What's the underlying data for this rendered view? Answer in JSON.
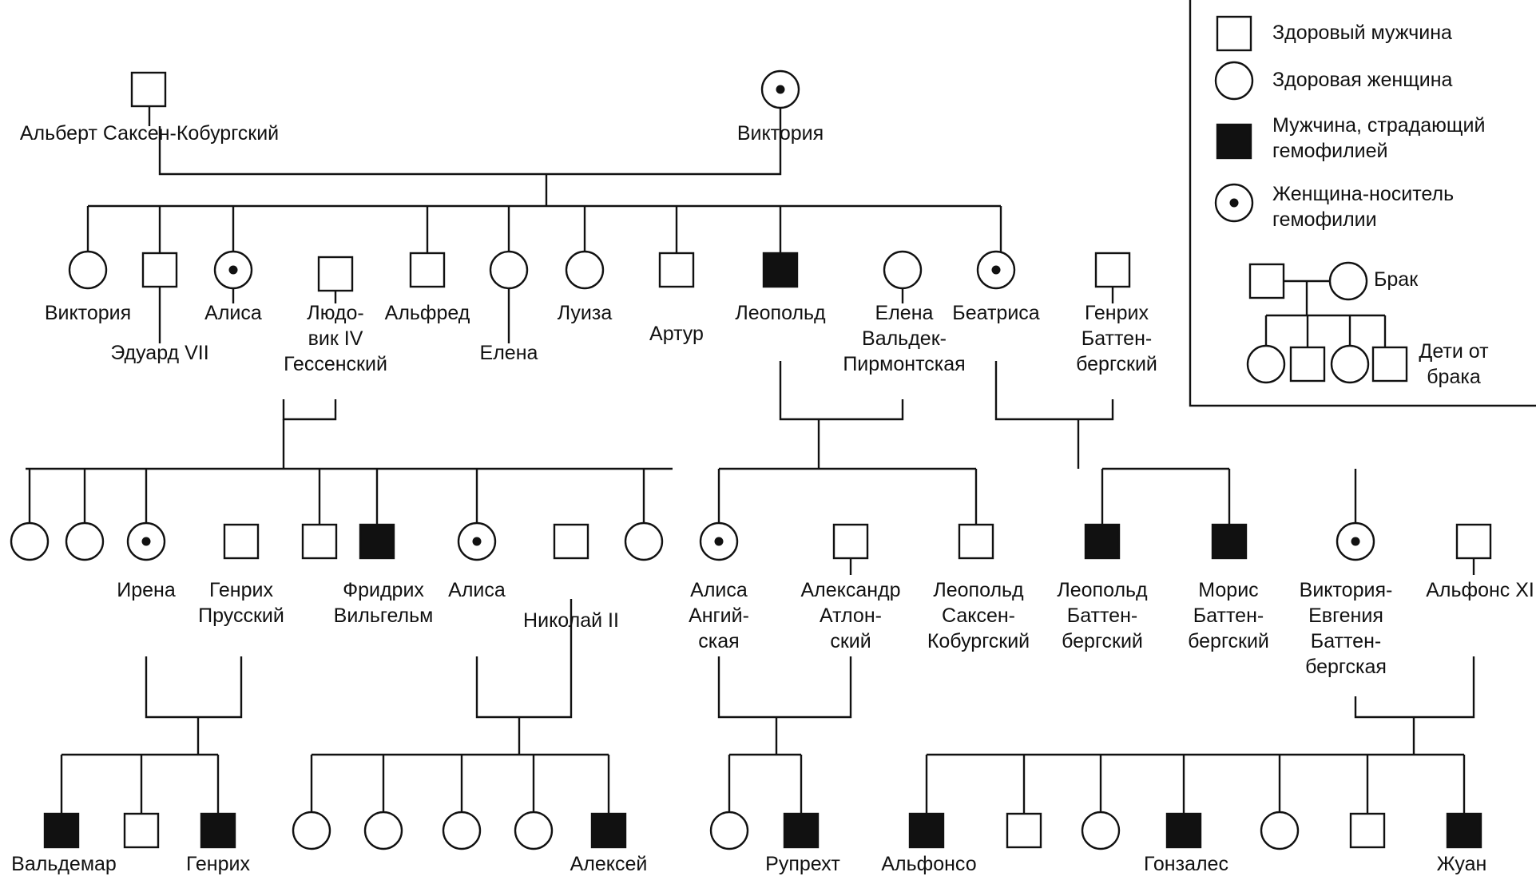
{
  "legend": {
    "healthy_male": "Здоровый мужчина",
    "healthy_female": "Здоровая женщина",
    "affected_male": [
      "Мужчина, страдающий",
      "гемофилией"
    ],
    "carrier_female": [
      "Женщина-носитель",
      "гемофилии"
    ],
    "marriage": "Брак",
    "children": [
      "Дети от",
      "брака"
    ]
  },
  "people": {
    "albert": {
      "name": [
        "Альберт Саксен-Кобургский"
      ],
      "sex": "male",
      "status": "healthy"
    },
    "victoria": {
      "name": [
        "Виктория"
      ],
      "sex": "female",
      "status": "carrier"
    },
    "victoria_jr": {
      "name": [
        "Виктория"
      ],
      "sex": "female",
      "status": "healthy"
    },
    "edward_vii": {
      "name": [
        "Эдуард VII"
      ],
      "sex": "male",
      "status": "healthy"
    },
    "alice": {
      "name": [
        "Алиса"
      ],
      "sex": "female",
      "status": "carrier"
    },
    "ludwig_iv": {
      "name": [
        "Людо-",
        "вик IV",
        "Гессенский"
      ],
      "sex": "male",
      "status": "healthy"
    },
    "alfred": {
      "name": [
        "Альфред"
      ],
      "sex": "male",
      "status": "healthy"
    },
    "helena": {
      "name": [
        "Елена"
      ],
      "sex": "female",
      "status": "healthy"
    },
    "louise": {
      "name": [
        "Луиза"
      ],
      "sex": "female",
      "status": "healthy"
    },
    "arthur": {
      "name": [
        "Артур"
      ],
      "sex": "male",
      "status": "healthy"
    },
    "leopold": {
      "name": [
        "Леопольд"
      ],
      "sex": "male",
      "status": "affected"
    },
    "helena_waldeck": {
      "name": [
        "Елена",
        "Вальдек-",
        "Пирмонтская"
      ],
      "sex": "female",
      "status": "healthy"
    },
    "beatrice": {
      "name": [
        "Беатриса"
      ],
      "sex": "female",
      "status": "carrier"
    },
    "henry_battenberg": {
      "name": [
        "Генрих",
        "Баттен-",
        "бергский"
      ],
      "sex": "male",
      "status": "healthy"
    },
    "hesse_f1": {
      "name": [],
      "sex": "female",
      "status": "healthy"
    },
    "hesse_f2": {
      "name": [],
      "sex": "female",
      "status": "healthy"
    },
    "irene": {
      "name": [
        "Ирена"
      ],
      "sex": "female",
      "status": "carrier"
    },
    "henry_prussia": {
      "name": [
        "Генрих",
        "Прусский"
      ],
      "sex": "male",
      "status": "healthy"
    },
    "hesse_m1": {
      "name": [],
      "sex": "male",
      "status": "healthy"
    },
    "friedrich_wilhelm": {
      "name": [
        "Фридрих",
        "Вильгельм"
      ],
      "sex": "male",
      "status": "affected"
    },
    "alix": {
      "name": [
        "Алиса"
      ],
      "sex": "female",
      "status": "carrier"
    },
    "nicholas_ii": {
      "name": [
        "Николай II"
      ],
      "sex": "male",
      "status": "healthy"
    },
    "hesse_f3": {
      "name": [],
      "sex": "female",
      "status": "healthy"
    },
    "alice_albany": {
      "name": [
        "Алиса",
        "Ангий-",
        "ская"
      ],
      "sex": "female",
      "status": "carrier"
    },
    "alexander_athlone": {
      "name": [
        "Александр",
        "Атлон-",
        "ский"
      ],
      "sex": "male",
      "status": "healthy"
    },
    "leopold_sc": {
      "name": [
        "Леопольд",
        "Саксен-",
        "Кобургский"
      ],
      "sex": "male",
      "status": "healthy"
    },
    "leopold_b": {
      "name": [
        "Леопольд",
        "Баттен-",
        "бергский"
      ],
      "sex": "male",
      "status": "affected"
    },
    "maurice_b": {
      "name": [
        "Морис",
        "Баттен-",
        "бергский"
      ],
      "sex": "male",
      "status": "affected"
    },
    "victoria_eugenie": {
      "name": [
        "Виктория-",
        "Евгения",
        "Баттен-",
        "бергская"
      ],
      "sex": "female",
      "status": "carrier"
    },
    "alfonso_xiii": {
      "name": [
        "Альфонс XIII"
      ],
      "sex": "male",
      "status": "healthy"
    },
    "waldemar": {
      "name": [
        "Вальдемар"
      ],
      "sex": "male",
      "status": "affected"
    },
    "prussia_m": {
      "name": [],
      "sex": "male",
      "status": "healthy"
    },
    "henrich": {
      "name": [
        "Генрих"
      ],
      "sex": "male",
      "status": "affected"
    },
    "romanov_f1": {
      "name": [],
      "sex": "female",
      "status": "healthy"
    },
    "romanov_f2": {
      "name": [],
      "sex": "female",
      "status": "healthy"
    },
    "romanov_f3": {
      "name": [],
      "sex": "female",
      "status": "healthy"
    },
    "romanov_f4": {
      "name": [],
      "sex": "female",
      "status": "healthy"
    },
    "alexei": {
      "name": [
        "Алексей"
      ],
      "sex": "male",
      "status": "affected"
    },
    "athlone_f": {
      "name": [],
      "sex": "female",
      "status": "healthy"
    },
    "rupert": {
      "name": [
        "Рупрехт"
      ],
      "sex": "male",
      "status": "affected"
    },
    "alfonso": {
      "name": [
        "Альфонсо"
      ],
      "sex": "male",
      "status": "affected"
    },
    "spain_m1": {
      "name": [],
      "sex": "male",
      "status": "healthy"
    },
    "spain_f1": {
      "name": [],
      "sex": "female",
      "status": "healthy"
    },
    "gonzalo": {
      "name": [
        "Гонзалес"
      ],
      "sex": "male",
      "status": "affected"
    },
    "spain_f2": {
      "name": [],
      "sex": "female",
      "status": "healthy"
    },
    "spain_m2": {
      "name": [],
      "sex": "male",
      "status": "healthy"
    },
    "juan": {
      "name": [
        "Жуан"
      ],
      "sex": "male",
      "status": "affected"
    }
  }
}
